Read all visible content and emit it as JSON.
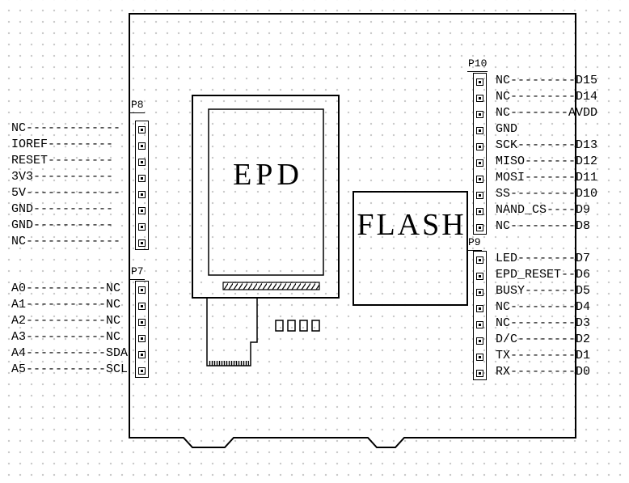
{
  "colors": {
    "ink": "#000000",
    "background": "#ffffff",
    "grid_dot": "#c9c9c9"
  },
  "components": {
    "epd": {
      "label": "EPD"
    },
    "flash": {
      "label": "FLASH"
    }
  },
  "headers": {
    "p8": {
      "label": "P8",
      "pins": 8
    },
    "p7": {
      "label": "P7",
      "pins": 6
    },
    "p10": {
      "label": "P10",
      "pins": 10
    },
    "p9": {
      "label": "P9",
      "pins": 8
    }
  },
  "pin_labels": {
    "left_top": [
      "NC-------------",
      "IOREF---------",
      "RESET---------",
      "3V3-----------",
      "5V-------------",
      "GND-----------",
      "GND-----------",
      "NC-------------"
    ],
    "left_bottom": [
      "A0-----------NC",
      "A1-----------NC",
      "A2-----------NC",
      "A3-----------NC",
      "A4-----------SDA",
      "A5-----------SCL"
    ],
    "right_top": [
      "NC---------D15",
      "NC---------D14",
      "NC--------AVDD",
      "GND",
      "SCK--------D13",
      "MISO-------D12",
      "MOSI-------D11",
      "SS---------D10",
      "NAND_CS----D9",
      "NC---------D8"
    ],
    "right_bottom": [
      "LED--------D7",
      "EPD_RESET--D6",
      "BUSY-------D5",
      "NC---------D4",
      "NC---------D3",
      "D/C--------D2",
      "TX---------D1",
      "RX---------D0"
    ]
  }
}
